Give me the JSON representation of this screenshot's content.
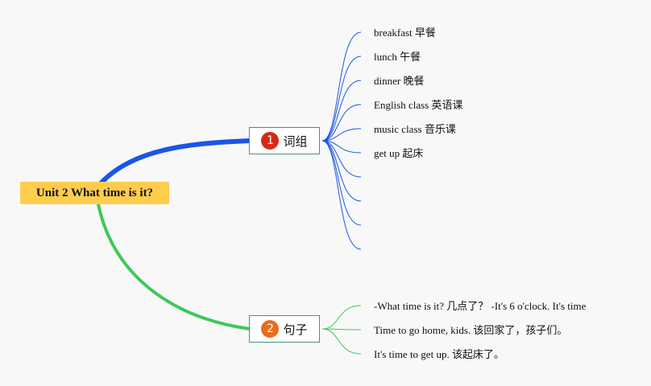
{
  "root": {
    "label": "Unit 2 What time is it?"
  },
  "colors": {
    "root_bg": "#ffcd4d",
    "branch1": "#1a55e6",
    "branch2": "#3cc956",
    "badge1": "#d32a1a",
    "badge2": "#e86d1a",
    "topic_border": "#4f8f79"
  },
  "topics": [
    {
      "number": "1",
      "label": "词组",
      "leaves": [
        "breakfast 早餐",
        "lunch 午餐",
        "dinner 晚餐",
        "English class 英语课",
        "music class 音乐课",
        "get up 起床",
        "",
        "",
        "",
        ""
      ]
    },
    {
      "number": "2",
      "label": "句子",
      "leaves": [
        "-What time is it? 几点了？ -It's 6 o'clock. It's time",
        "Time to go home, kids. 该回家了，孩子们。",
        "It's time to get up. 该起床了。"
      ]
    }
  ]
}
